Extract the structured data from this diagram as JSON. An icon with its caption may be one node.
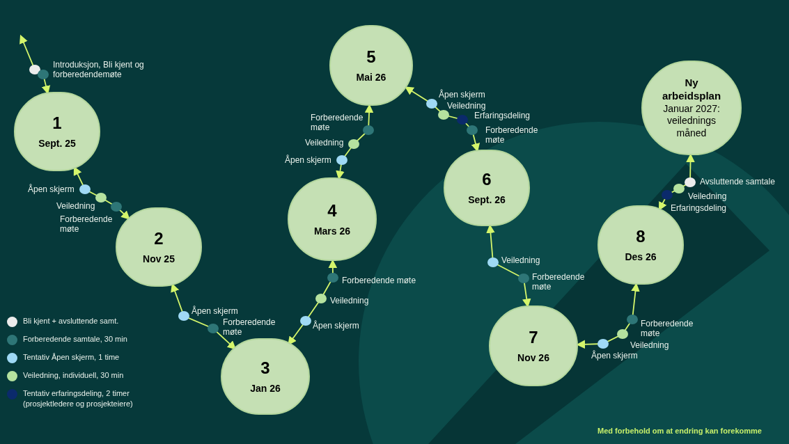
{
  "diagram": {
    "nodes": [
      {
        "text": [
          "1",
          "Sept. 25"
        ]
      },
      {
        "text": [
          "2",
          "Nov 25"
        ]
      },
      {
        "text": [
          "3",
          "Jan 26"
        ]
      },
      {
        "text": [
          "4",
          "Mars 26"
        ]
      },
      {
        "text": [
          "5",
          "Mai 26"
        ]
      },
      {
        "text": [
          "6",
          "Sept. 26"
        ]
      },
      {
        "text": [
          "7",
          "Nov 26"
        ]
      },
      {
        "text": [
          "8",
          "Des 26"
        ]
      },
      {
        "text": [
          "Ny arbeidsplan",
          "Januar 2027: veilednings måned"
        ]
      }
    ],
    "edges": [
      {
        "from": null,
        "to": 0,
        "arrow": "both"
      },
      {
        "from": 0,
        "to": 1,
        "arrow": "both"
      },
      {
        "from": 1,
        "to": 2,
        "arrow": "both"
      },
      {
        "from": 2,
        "to": 3,
        "arrow": "both"
      },
      {
        "from": 3,
        "to": 4,
        "arrow": "both"
      },
      {
        "from": 4,
        "to": 5,
        "arrow": "both"
      },
      {
        "from": 5,
        "to": 6,
        "arrow": "both"
      },
      {
        "from": 6,
        "to": 7,
        "arrow": "both"
      },
      {
        "from": 7,
        "to": 8,
        "arrow": "both"
      }
    ],
    "labels": [
      "Introduksjon, Bli kjent og forberedendemøte",
      "Åpen skjerm",
      "Veiledning",
      "Forberedende møte",
      "Åpen skjerm",
      "Forberedende møte",
      "Forberedende møte",
      "Veiledning",
      "Åpen skjerm",
      "Forberedende møte",
      "Veiledning",
      "Åpen skjerm",
      "Åpen skjerm",
      "Veiledning",
      "Erfaringsdeling",
      "Forberedende møte",
      "Veiledning",
      "Forberedende møte",
      "Forberedende møte",
      "Veiledning",
      "Åpen skjerm",
      "Avsluttende samtale",
      "Veiledning",
      "Erfaringsdeling",
      "Med forbehold om at endring kan forekomme"
    ],
    "legend": [
      {
        "text": "Bli kjent + avsluttende samt.",
        "color": "#ececec"
      },
      {
        "text": "Forberedende samtale, 30 min",
        "color": "#2e7677"
      },
      {
        "text": "Tentativ Åpen skjerm, 1 time",
        "color": "#9fd9f5"
      },
      {
        "text": "Veiledning, individuell, 30 min",
        "color": "#b5e29f"
      },
      {
        "text": "Tentativ erfaringsdeling, 2 timer (prosjektledere og prosjekteiere)",
        "color": "#0b2a6b"
      }
    ]
  }
}
